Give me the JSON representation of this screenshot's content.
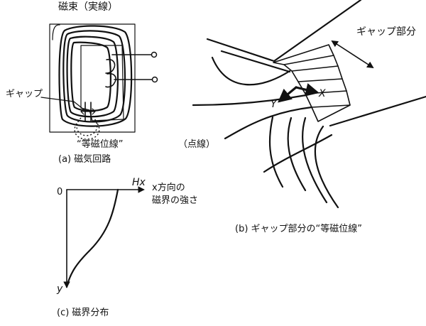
{
  "panel_a": {
    "title": "磁束（実線）",
    "gap_label": "ギャップ",
    "iso_label": "“等磁位線”",
    "dotted_label": "（点線）",
    "caption": "(a) 磁気回路"
  },
  "panel_b": {
    "gap_part_label": "ギャップ部分",
    "y_label": "Y",
    "x_label": "X",
    "caption": "(b) ギャップ部分の“等磁位線”"
  },
  "panel_c": {
    "origin_label": "0",
    "hx_label": "Hx",
    "description_line1": "x方向の",
    "description_line2": "磁界の強さ",
    "y_label": "y",
    "caption": "(c) 磁界分布"
  }
}
